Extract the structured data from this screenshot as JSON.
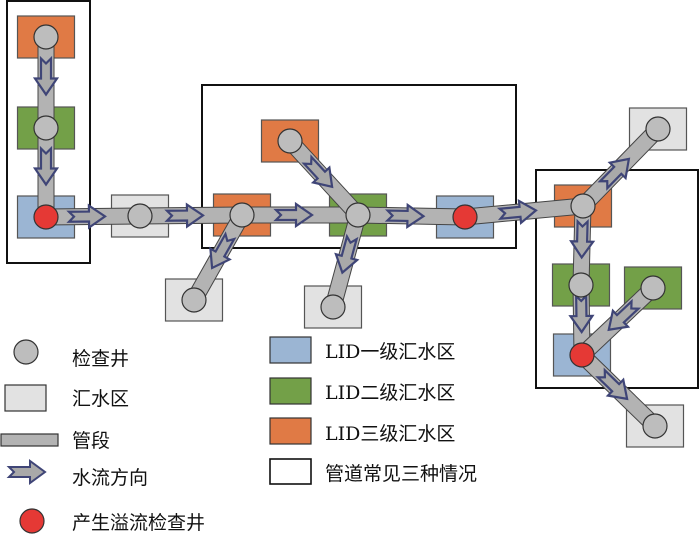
{
  "colors": {
    "lid1": "#9bb5d3",
    "lid2": "#73a048",
    "lid3": "#e07a45",
    "catchment": "#e2e2e2",
    "manhole": "#bdbdbd",
    "overflow": "#e53935",
    "pipe": "#b3b3b3",
    "arrow_outline": "#3f4577",
    "arrow_fill": "#a9a9a9",
    "frame": "#111111"
  },
  "legend": {
    "manhole": "检查井",
    "catchment": "汇水区",
    "pipe": "管段",
    "flow": "水流方向",
    "overflow": "产生溢流检查井",
    "lid1": "LID一级汇水区",
    "lid2": "LID二级汇水区",
    "lid3": "LID三级汇水区",
    "frame": "管道常见三种情况"
  },
  "network": {
    "frames": [
      {
        "id": "case-1"
      },
      {
        "id": "case-2"
      },
      {
        "id": "case-3"
      }
    ],
    "nodes": [
      {
        "id": "n1",
        "zone": "lid3",
        "overflow": false
      },
      {
        "id": "n2",
        "zone": "lid2",
        "overflow": false
      },
      {
        "id": "n3",
        "zone": "lid1",
        "overflow": true
      },
      {
        "id": "n4",
        "zone": "catchment",
        "overflow": false
      },
      {
        "id": "n5",
        "zone": "lid3",
        "overflow": false
      },
      {
        "id": "n6",
        "zone": "catchment",
        "overflow": false
      },
      {
        "id": "n7",
        "zone": "lid3",
        "overflow": false
      },
      {
        "id": "n8",
        "zone": "lid2",
        "overflow": false
      },
      {
        "id": "n9",
        "zone": "catchment",
        "overflow": false
      },
      {
        "id": "n10",
        "zone": "lid1",
        "overflow": true
      },
      {
        "id": "n11",
        "zone": "lid3",
        "overflow": false
      },
      {
        "id": "n12",
        "zone": "catchment",
        "overflow": false
      },
      {
        "id": "n13",
        "zone": "lid2",
        "overflow": false
      },
      {
        "id": "n14",
        "zone": "lid2",
        "overflow": false
      },
      {
        "id": "n15",
        "zone": "lid1",
        "overflow": true
      },
      {
        "id": "n16",
        "zone": "catchment",
        "overflow": false
      }
    ],
    "pipes": [
      {
        "from": "n1",
        "to": "n2"
      },
      {
        "from": "n2",
        "to": "n3"
      },
      {
        "from": "n3",
        "to": "n4"
      },
      {
        "from": "n4",
        "to": "n5"
      },
      {
        "from": "n5",
        "to": "n6"
      },
      {
        "from": "n5",
        "to": "n8"
      },
      {
        "from": "n7",
        "to": "n8"
      },
      {
        "from": "n8",
        "to": "n9"
      },
      {
        "from": "n8",
        "to": "n10"
      },
      {
        "from": "n10",
        "to": "n11"
      },
      {
        "from": "n11",
        "to": "n12"
      },
      {
        "from": "n11",
        "to": "n13"
      },
      {
        "from": "n13",
        "to": "n15"
      },
      {
        "from": "n14",
        "to": "n15"
      },
      {
        "from": "n15",
        "to": "n16"
      }
    ]
  }
}
